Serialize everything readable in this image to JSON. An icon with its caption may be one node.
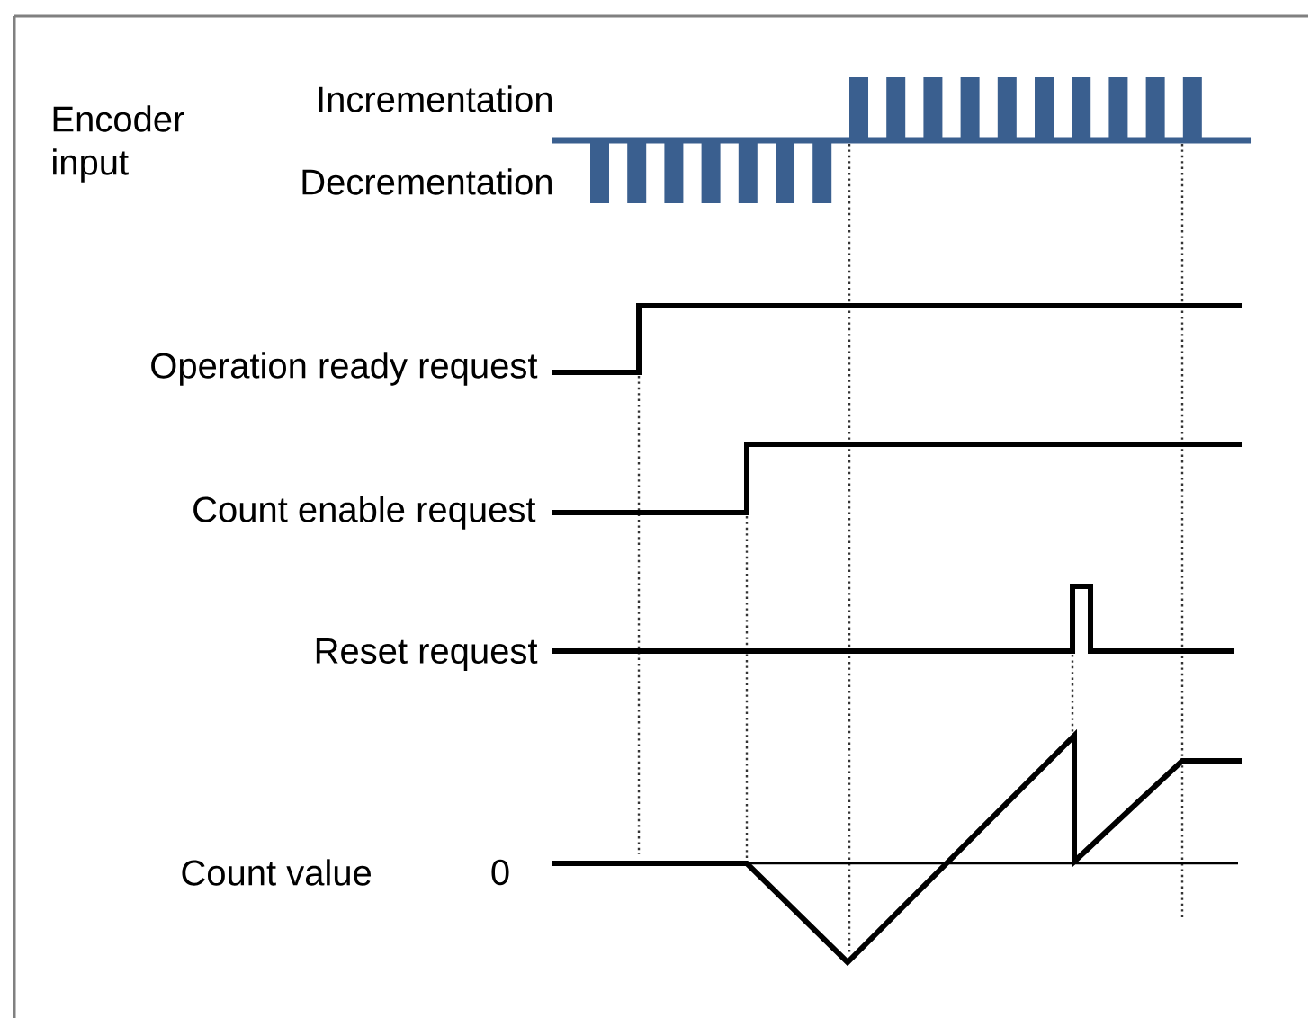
{
  "diagram": {
    "labels": [
      "Encoder input",
      "Incrementation",
      "Decrementation",
      "Operation ready request",
      "Count enable request",
      "Reset request",
      "Count value",
      "0"
    ]
  }
}
